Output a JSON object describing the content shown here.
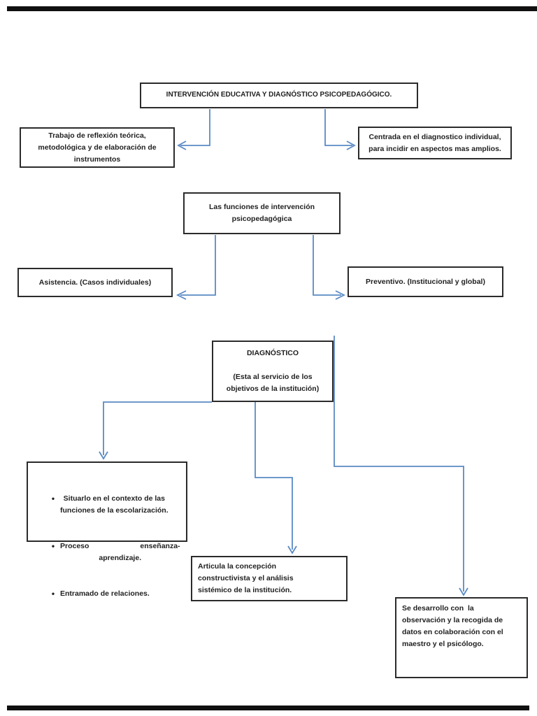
{
  "page": {
    "background": "#ffffff",
    "separator_color": "#101010"
  },
  "colors": {
    "connector_blue": "#5a8ac4",
    "box_border": "#2b2b2b",
    "text": "#1f1f1f"
  },
  "diagram": {
    "title_box": "INTERVENCIÓN EDUCATIVA Y DIAGNÓSTICO PSICOPEDAGÓGICO.",
    "reflexion_box": "Trabajo de reflexión teórica,\nmetodológica y de elaboración de\ninstrumentos",
    "centrada_box": "Centrada en el diagnostico individual,\npara incidir en aspectos mas amplios.",
    "funciones_box": "Las funciones de intervención\npsicopedagógica",
    "asistencia_box": "Asistencia. (Casos individuales)",
    "preventivo_box": "Preventivo. (Institucional y global)",
    "diagnostico_box": "DIAGNÓSTICO\n\n(Esta al servicio de los\nobjetivos de la institución)",
    "situarlo_box": {
      "bullet": "•",
      "items": [
        "Situarlo en el contexto de las\nfunciones de la escolarización.",
        "Proceso                         enseñanza-\naprendizaje.",
        "Entramado de relaciones."
      ]
    },
    "articula_box": "Articula la concepción\nconstructivista y el análisis\nsistémico de la institución.",
    "desarrollo_box": "Se desarrollo con  la\nobservación y la recogida de\ndatos en colaboración con el\nmaestro y el psicólogo."
  }
}
